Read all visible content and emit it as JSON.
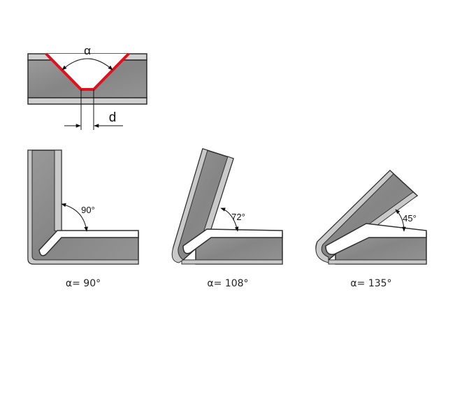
{
  "groove": {
    "angle_symbol": "α",
    "width_symbol": "d"
  },
  "samples": [
    {
      "bend_angle_label": "90°",
      "caption": "α= 90°"
    },
    {
      "bend_angle_label": "72°",
      "caption": "α= 108°"
    },
    {
      "bend_angle_label": "45°",
      "caption": "α= 135°"
    }
  ],
  "colors": {
    "steel": "#8c8c8c",
    "clad": "#c4c4c4",
    "outline": "#2e2e2e",
    "groove_red": "#e0101c"
  }
}
